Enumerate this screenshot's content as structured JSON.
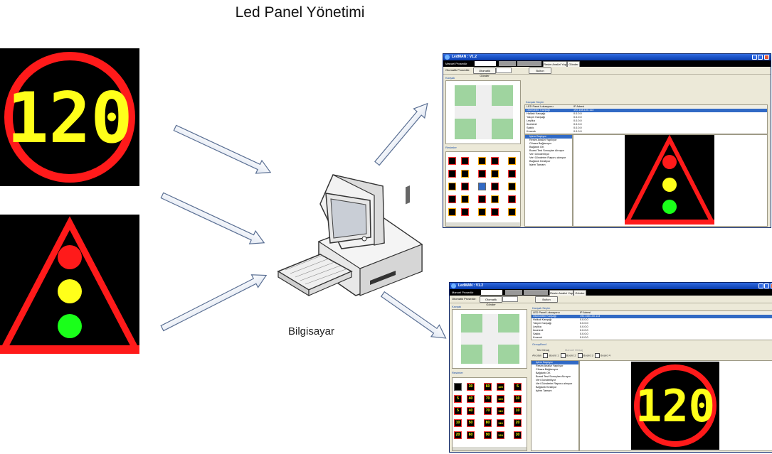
{
  "title": "Led Panel Yönetimi",
  "caption": "Bilgisayar",
  "signs": {
    "speed_value": "120"
  },
  "app": {
    "window_title": "LedMAN : V1.2",
    "manual_label": "Manuel Prosedür",
    "analyze_button": "Resim Analizi Yap",
    "send_button": "Gönder",
    "auto_label": "Otomatik Prosedür:",
    "auto_button": "Otomatik Gönder",
    "find_button": "Bulton",
    "junction_label": "Kavşak",
    "pictures_label": "Resimler",
    "junction_select_label": "Kavşak Seçim",
    "columns": [
      "LED Panel Lokasyonu",
      "IP Adresi"
    ],
    "rows": [
      {
        "name": "Otomobilin Kavşağı",
        "ip": "192.168.100.113"
      },
      {
        "name": "Halkalı Kavşağı",
        "ip": "0.0.0.0"
      },
      {
        "name": "Yalçım Kavşağı",
        "ip": "0.0.0.0"
      },
      {
        "name": "Leylika",
        "ip": "0.0.0.0"
      },
      {
        "name": "İbrahimli",
        "ip": "0.0.0.0"
      },
      {
        "name": "Saklık",
        "ip": "0.0.0.0"
      },
      {
        "name": "Kıravuk",
        "ip": "0.0.0.0"
      }
    ],
    "group_label": "GroupBox4",
    "single_mode": "Tek Mesaj",
    "manual_mode": "Manuel Mesaj",
    "boards_label": "Alıcıları",
    "boards": [
      "Board 1",
      "Board 2",
      "Board 3",
      "Board 4"
    ],
    "log": [
      "İşlem Başlıyor",
      "Resim Analizi Yapılıyor",
      "Cihaza Bağlanıyor",
      "Bağlantı OK",
      "Board Test Sonuçları Alınıyor",
      "Veri Gönderiliyor",
      "Veri Gönderim Raporu alınıyor",
      "Bağlantı Kesiliyor",
      "İşlem Tamam"
    ],
    "speed_tiles": [
      "30",
      "40",
      "50",
      "60",
      "70",
      "80",
      "90",
      "100",
      "110",
      "120",
      "5",
      "10",
      "20"
    ]
  },
  "colors": {
    "sign_red": "#ff1a1a",
    "sign_yellow": "#ffff1a",
    "sign_green": "#1aff1a",
    "titlebar": "#0a3cae"
  }
}
